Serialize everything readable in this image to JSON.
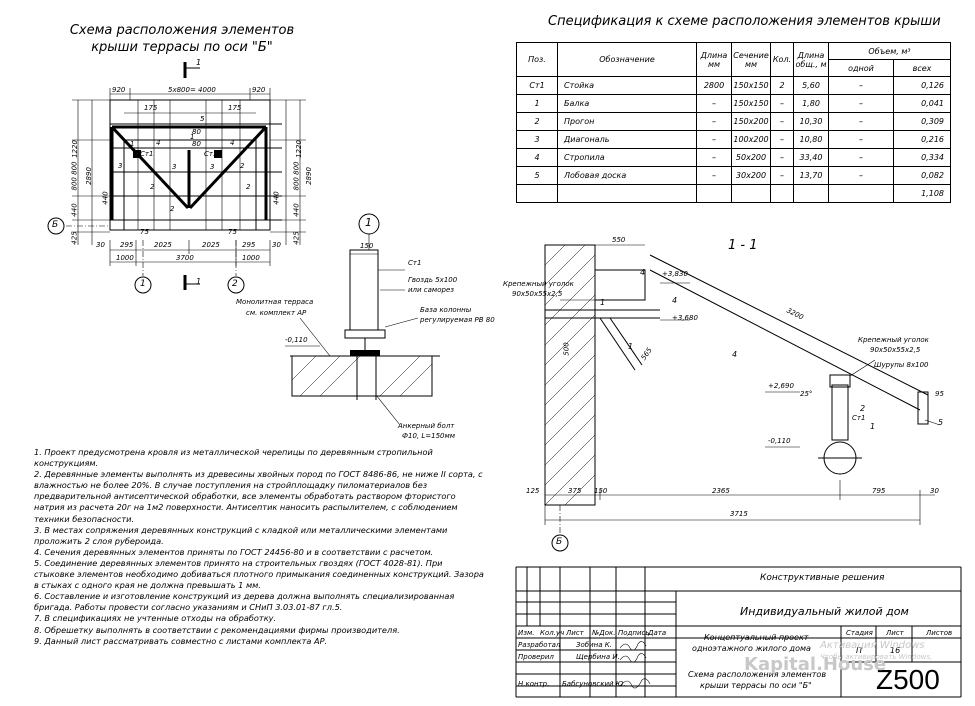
{
  "left_title": {
    "line1": "Схема расположения элементов",
    "line2": "крыши террасы по оси \"Б\""
  },
  "plan": {
    "section_mark": "1",
    "dims_top": [
      "920",
      "5x800= 4000",
      "920"
    ],
    "dims_top2": [
      "175",
      "175"
    ],
    "dims_left": [
      "1220",
      "800 800",
      "2890",
      "440",
      "425"
    ],
    "dims_right": [
      "1220",
      "800 800",
      "2890",
      "440",
      "425"
    ],
    "dims_bottom": [
      "30",
      "295",
      "2025",
      "2025",
      "295",
      "30"
    ],
    "dims_bottom2": [
      "1000",
      "3700",
      "1000"
    ],
    "small_dims": [
      "75",
      "75",
      "80",
      "80",
      "440",
      "440"
    ],
    "labels": [
      "5",
      "1",
      "2",
      "3",
      "Ст1",
      "Ст1",
      "2",
      "3",
      "4",
      "4",
      "1",
      "2",
      "3",
      "2"
    ],
    "axis_b": "Б",
    "axis_1": "1",
    "axis_2": "2"
  },
  "node": {
    "mark": "1",
    "dim_top": "150",
    "st1": "Ст1",
    "gvozd": "Гвоздь 5х100",
    "ili": "или саморез",
    "baza1": "База колонны",
    "baza2": "регулируемая РВ 80",
    "terrace1": "Монолитная терраса",
    "terrace2": "см. комплект АР",
    "level": "-0,110",
    "bolt1": "Анкерный болт",
    "bolt2": "Ф10, L=150мм"
  },
  "spec": {
    "title": "Спецификация к схеме расположения элементов крыши",
    "headers": {
      "pos": "Поз.",
      "name": "Обозначение",
      "len": "Длина мм",
      "sec": "Сечение мм",
      "qty": "Кол.",
      "ltot": "Длина общ., м",
      "vol": "Объем, м³",
      "one": "одной",
      "all": "всех"
    },
    "rows": [
      {
        "pos": "Ст1",
        "name": "Стойка",
        "len": "2800",
        "sec": "150х150",
        "qty": "2",
        "ltot": "5,60",
        "one": "–",
        "all": "0,126"
      },
      {
        "pos": "1",
        "name": "Балка",
        "len": "–",
        "sec": "150х150",
        "qty": "–",
        "ltot": "1,80",
        "one": "–",
        "all": "0,041"
      },
      {
        "pos": "2",
        "name": "Прогон",
        "len": "–",
        "sec": "150х200",
        "qty": "–",
        "ltot": "10,30",
        "one": "–",
        "all": "0,309"
      },
      {
        "pos": "3",
        "name": "Диагональ",
        "len": "–",
        "sec": "100х200",
        "qty": "–",
        "ltot": "10,80",
        "one": "–",
        "all": "0,216"
      },
      {
        "pos": "4",
        "name": "Стропила",
        "len": "–",
        "sec": "50х200",
        "qty": "–",
        "ltot": "33,40",
        "one": "–",
        "all": "0,334"
      },
      {
        "pos": "5",
        "name": "Лобовая доска",
        "len": "–",
        "sec": "30х200",
        "qty": "–",
        "ltot": "13,70",
        "one": "–",
        "all": "0,082"
      }
    ],
    "total": "1,108"
  },
  "section": {
    "title": "1 - 1",
    "d550": "550",
    "lvl1": "+3,830",
    "lvl2": "+3,680",
    "lvl3": "+2,690",
    "lvl4": "-0,110",
    "angle1": "Крепежный уголок",
    "angle1b": "90х50х55х2,5",
    "angle2": "Крепежный уголок",
    "angle2b": "90х50х55х2,5",
    "screws": "Шурупы 8х100",
    "d3200": "3200",
    "d500": "500",
    "d565": "565",
    "deg25": "25°",
    "d95": "95",
    "marks": [
      "4",
      "4",
      "1",
      "4",
      "1",
      "5",
      "2",
      "Ст1",
      "1"
    ],
    "bottom_dims": [
      "125",
      "375",
      "150",
      "2365",
      "795",
      "30"
    ],
    "total_dim": "3715",
    "axis": "Б"
  },
  "notes": [
    "1. Проект предусмотрена кровля из металлической черепицы по деревянным стропильной конструкциям.",
    "2. Деревянные элементы выполнять из древесины хвойных пород по ГОСТ 8486-86, не ниже II сорта, с влажностью не более 20%. В случае поступления на стройплощадку пиломатериалов без предварительной антисептической обработки, все элементы обработать раствором фтористого натрия из расчета 20г на 1м2 поверхности. Антисептик наносить распылителем, с соблюдением техники безопасности.",
    "3. В местах сопряжения деревянных конструкций с кладкой или металлическими элементами проложить 2 слоя рубероида.",
    "4. Сечения деревянных элементов приняты по ГОСТ 24456-80 и в соответствии с расчетом.",
    "5. Соединение деревянных элементов принято на строительных гвоздях (ГОСТ 4028-81). При стыковке элементов необходимо добиваться плотного примыкания соединенных конструкций. Зазора в стыках с одного края не должна превышать 1 мм.",
    "6. Составление и изготовление конструкций из дерева должна выполнять специализированная бригада. Работы провести согласно указаниям и СНиП 3.03.01-87 гл.5.",
    "7. В спецификациях не учтенные отходы на обработку.",
    "8. Обрешетку выполнять в соответствии с рекомендациями фирмы производителя.",
    "9. Данный лист рассматривать совместно с листами комплекта АР."
  ],
  "stamp": {
    "section_name": "Конструктивные решения",
    "project": "Индивидуальный жилой дом",
    "cols": [
      "Изм.",
      "Кол.уч",
      "Лист",
      "№Док.",
      "Подпись",
      "Дата"
    ],
    "razrab": "Разработал",
    "razrab_name": "Зобина К.",
    "prover": "Проверил",
    "prover_name": "Щербина И.",
    "nkontr": "Н.контр.",
    "nkontr_name": "Бабсуновский Ю.",
    "concept1": "Концептуальный проект",
    "concept2": "одноэтажного жилого дома",
    "sheet_title1": "Схема расположения элементов",
    "sheet_title2": "крыши террасы по оси \"Б\"",
    "stadia_l": "Стадия",
    "list_l": "Лист",
    "listov_l": "Листов",
    "stadia": "П",
    "list": "16",
    "z500": "Z500"
  },
  "watermark": {
    "line1": "Активация Windows",
    "line2": "Чтобы активировать Windows,",
    "site": "Kapital.House"
  }
}
